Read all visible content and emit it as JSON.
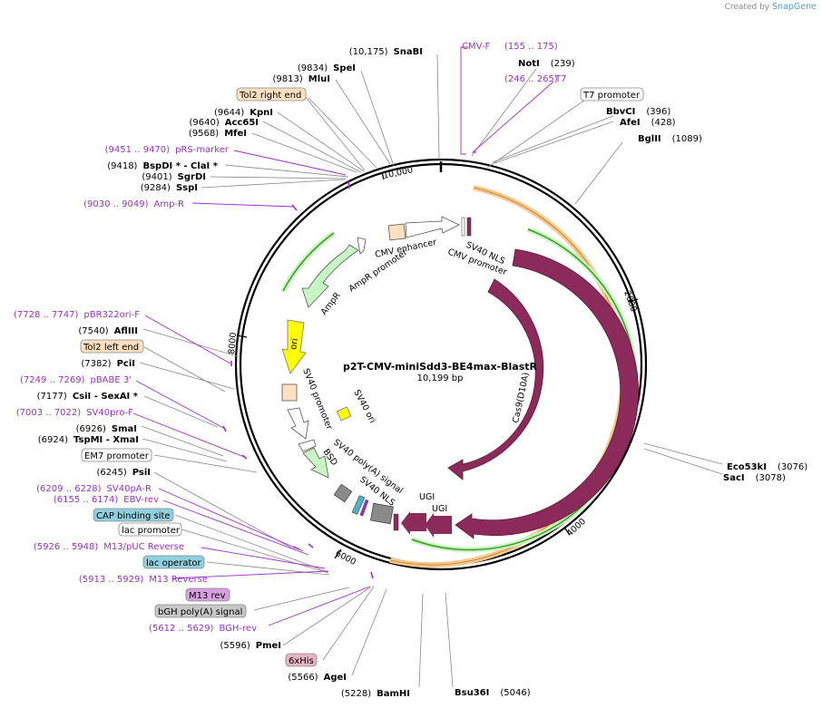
{
  "credit": {
    "created_by": "Created by",
    "product": "SnapGene"
  },
  "plasmid": {
    "name": "p2T-CMV-miniSdd3-BE4max-BlastR",
    "size": "10,199 bp"
  },
  "colors": {
    "primer": "#9b30c9",
    "cds": "#8b2a5b",
    "cds_light": "#c8f5c4",
    "promoter": "#ffffff",
    "origin": "#ffff00",
    "enhancer": "#ffe0c0",
    "polyA": "#8a8a8a",
    "green_line": "#3f9a1e",
    "orange_band": "#f7c98e"
  },
  "ticks": [
    {
      "label": "2000"
    },
    {
      "label": "4000"
    },
    {
      "label": "6000"
    },
    {
      "label": "8000"
    },
    {
      "label": "10,000"
    }
  ],
  "sites_right": [
    {
      "name": "SnaBI",
      "pos": "(10,175)"
    },
    {
      "name": "NotI",
      "pos": "(239)"
    },
    {
      "name": "BbvCI",
      "pos": "(396)"
    },
    {
      "name": "AfeI",
      "pos": "(428)"
    },
    {
      "name": "BglII",
      "pos": "(1089)"
    },
    {
      "name": "Eco53kI",
      "pos": "(3076)"
    },
    {
      "name": "SacI",
      "pos": "(3078)"
    },
    {
      "name": "Bsu36I",
      "pos": "(5046)"
    },
    {
      "name": "BamHI",
      "pos": "(5228)"
    }
  ],
  "sites_left": [
    {
      "name": "SpeI",
      "pos": "(9834)"
    },
    {
      "name": "MluI",
      "pos": "(9813)"
    },
    {
      "name": "KpnI",
      "pos": "(9644)"
    },
    {
      "name": "Acc65I",
      "pos": "(9640)"
    },
    {
      "name": "MfeI",
      "pos": "(9568)"
    },
    {
      "name": "BspDI * - ClaI *",
      "pos": "(9418)"
    },
    {
      "name": "SgrDI",
      "pos": "(9401)"
    },
    {
      "name": "SspI",
      "pos": "(9284)"
    },
    {
      "name": "AflIII",
      "pos": "(7540)"
    },
    {
      "name": "PciI",
      "pos": "(7382)"
    },
    {
      "name": "CsiI  - SexAI *",
      "pos": "(7177)"
    },
    {
      "name": "SmaI",
      "pos": "(6926)"
    },
    {
      "name": "TspMI  - XmaI",
      "pos": "(6924)"
    },
    {
      "name": "PsiI",
      "pos": "(6245)"
    },
    {
      "name": "PmeI",
      "pos": "(5596)"
    },
    {
      "name": "AgeI",
      "pos": "(5566)"
    }
  ],
  "primers": [
    {
      "name": "CMV-F",
      "pos": "(155 .. 175)"
    },
    {
      "name": "T7",
      "pos": "(246 .. 265)"
    },
    {
      "name": "pRS-marker",
      "pos": "(9451 .. 9470)"
    },
    {
      "name": "Amp-R",
      "pos": "(9030 .. 9049)"
    },
    {
      "name": "pBR322ori-F",
      "pos": "(7728 .. 7747)"
    },
    {
      "name": "pBABE 3'",
      "pos": "(7249 .. 7269)"
    },
    {
      "name": "SV40pro-F",
      "pos": "(7003 .. 7022)"
    },
    {
      "name": "SV40pA-R",
      "pos": "(6209 .. 6228)"
    },
    {
      "name": "EBV-rev",
      "pos": "(6155 .. 6174)"
    },
    {
      "name": "M13/pUC Reverse",
      "pos": "(5926 .. 5948)"
    },
    {
      "name": "M13 Reverse",
      "pos": "(5913 .. 5929)"
    },
    {
      "name": "BGH-rev",
      "pos": "(5612 .. 5629)"
    }
  ],
  "boxed_features": {
    "tol2_right": "Tol2 right end",
    "t7_promoter": "T7 promoter",
    "tol2_left": "Tol2 left end",
    "em7": "EM7 promoter",
    "cap": "CAP binding site",
    "lac_promoter": "lac promoter",
    "lac_operator": "lac operator",
    "m13_rev": "M13 rev",
    "bgh": "bGH poly(A) signal",
    "his": "6xHis"
  },
  "features": {
    "cmv_enhancer": "CMV enhancer",
    "cmv_promoter": "CMV promoter",
    "sv40_nls_top": "SV40 NLS",
    "ampr": "AmpR",
    "ampr_promoter": "AmpR promoter",
    "ori": "ori",
    "sv40_promoter": "SV40 promoter",
    "sv40_ori": "SV40 ori",
    "bsd": "BSD",
    "sv40_polya": "SV40 poly(A) signal",
    "sv40_nls_bottom": "SV40 NLS",
    "cas9_d10a": "Cas9(D10A)",
    "cas9": "Cas9",
    "ugi1": "UGI",
    "ugi2": "UGI"
  }
}
